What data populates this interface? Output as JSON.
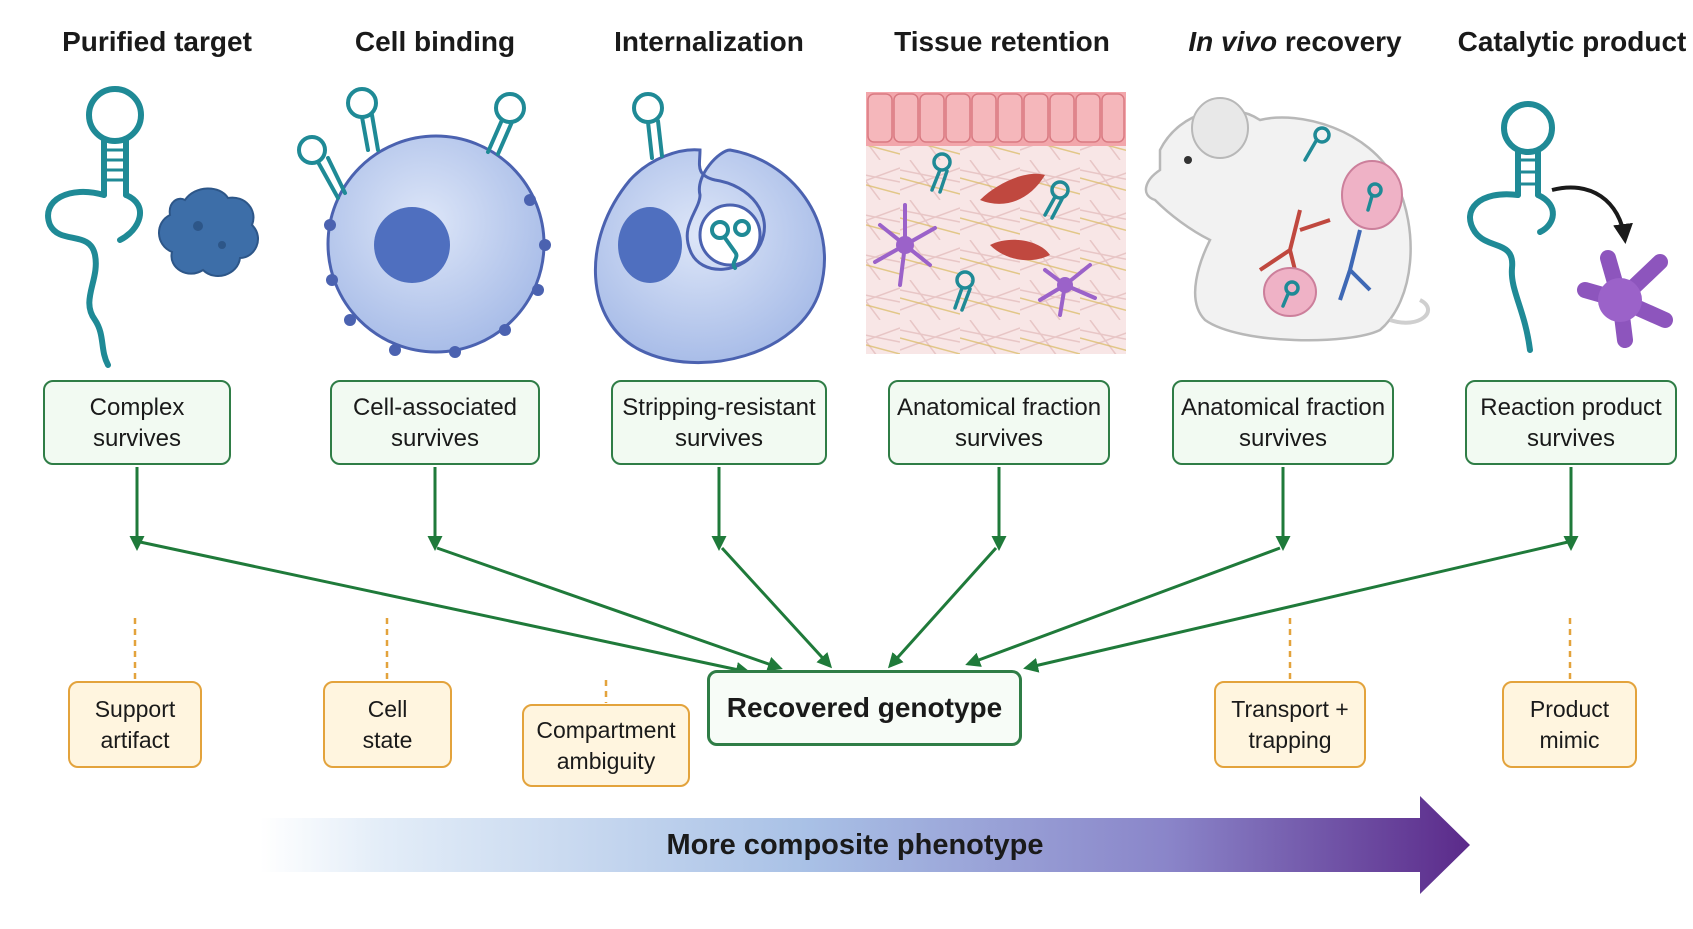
{
  "columns": [
    {
      "title": "Purified target",
      "box": [
        "Complex",
        "survives"
      ],
      "caveat": [
        "Support",
        "artifact"
      ]
    },
    {
      "title": "Cell binding",
      "box": [
        "Cell-associated",
        "survives"
      ],
      "caveat": [
        "Cell",
        "state"
      ]
    },
    {
      "title": "Internalization",
      "box": [
        "Stripping-resistant",
        "survives"
      ],
      "caveat": [
        "Compartment",
        "ambiguity"
      ]
    },
    {
      "title": "Tissue retention",
      "box": [
        "Anatomical fraction",
        "survives"
      ]
    },
    {
      "title_italic": "In vivo",
      "title_rest": " recovery",
      "box": [
        "Anatomical fraction",
        "survives"
      ],
      "caveat": [
        "Transport +",
        "trapping"
      ]
    },
    {
      "title": "Catalytic product",
      "box": [
        "Reaction product",
        "survives"
      ],
      "caveat": [
        "Product",
        "mimic"
      ]
    }
  ],
  "center": "Recovered genotype",
  "gradient_arrow": "More composite phenotype",
  "colors": {
    "green": "#2f7d46",
    "orange": "#e3a33c",
    "teal": "#1f8a96",
    "cell_blue": "#b9c9ee",
    "nucleus_blue": "#4f6fbf",
    "purple": "#9b62c9",
    "arrow_start": "#e8f0fa",
    "arrow_end": "#5b2a8a"
  }
}
